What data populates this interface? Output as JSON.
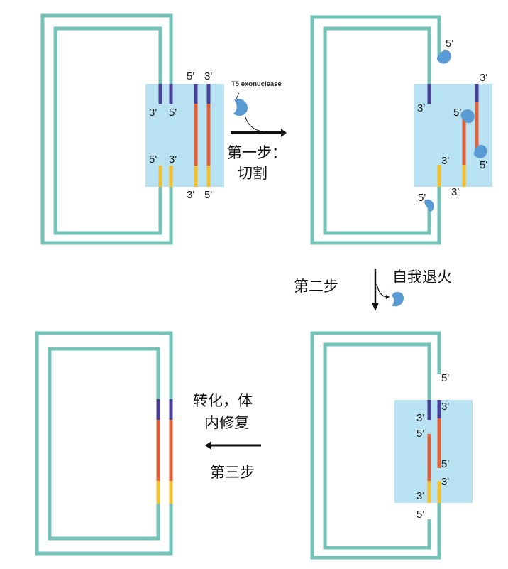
{
  "colors": {
    "vector": "#74c2b7",
    "homology_5": "#4a3f96",
    "insert": "#e0603a",
    "homology_3": "#f2bf2e",
    "shade": "#b8e2f2",
    "enzyme": "#5b9bd5",
    "arrow": "#111111"
  },
  "enzyme_label": "T5 exonuclease",
  "steps": {
    "step1": {
      "line1": "第一步：",
      "line2": "切割"
    },
    "step2": {
      "label": "第二步",
      "action": "自我退火"
    },
    "step3": {
      "line1": "转化，体",
      "line2": "内修复",
      "label": "第三步"
    }
  },
  "ends": {
    "p5": "5'",
    "p3": "3'"
  },
  "panels": [
    {
      "name": "linearized-vector-and-insert",
      "description": "Vector with homologous ends and PCR insert"
    },
    {
      "name": "exonuclease-digested",
      "description": "T5 exonuclease chews back 5' ends"
    },
    {
      "name": "annealed-intermediate",
      "description": "Self-annealed vector + insert with gaps"
    },
    {
      "name": "repaired-plasmid",
      "description": "Circular plasmid after in-vivo repair"
    }
  ]
}
